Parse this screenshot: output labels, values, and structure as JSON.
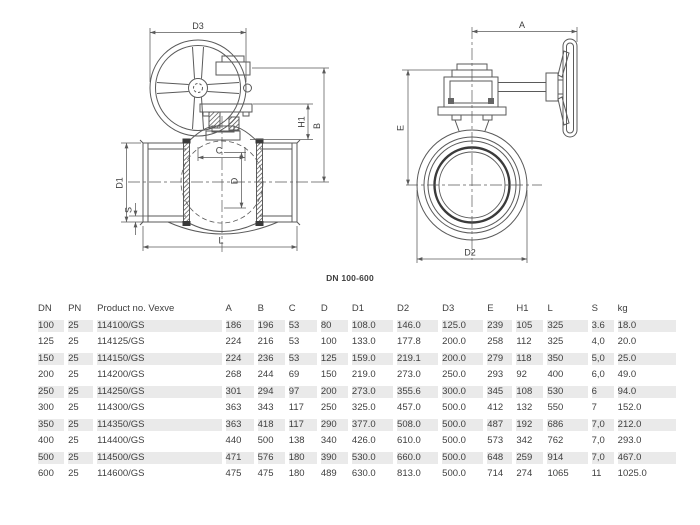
{
  "drawing": {
    "caption": "DN 100-600",
    "dims": {
      "d3": "D3",
      "h1": "H1",
      "b": "B",
      "c": "C",
      "d": "D",
      "d1": "D1",
      "s": "S",
      "l": "L",
      "a": "A",
      "e": "E",
      "d2": "D2"
    }
  },
  "table": {
    "columns": [
      "DN",
      "PN",
      "Product no. Vexve",
      "A",
      "B",
      "C",
      "D",
      "D1",
      "D2",
      "D3",
      "E",
      "H1",
      "L",
      "S",
      "kg"
    ],
    "rows": [
      [
        "100",
        "25",
        "114100/GS",
        "186",
        "196",
        "53",
        "80",
        "108.0",
        "146.0",
        "125.0",
        "239",
        "105",
        "325",
        "3.6",
        "18.0"
      ],
      [
        "125",
        "25",
        "114125/GS",
        "224",
        "216",
        "53",
        "100",
        "133.0",
        "177.8",
        "200.0",
        "258",
        "112",
        "325",
        "4,0",
        "20.0"
      ],
      [
        "150",
        "25",
        "114150/GS",
        "224",
        "236",
        "53",
        "125",
        "159.0",
        "219.1",
        "200.0",
        "279",
        "118",
        "350",
        "5,0",
        "25.0"
      ],
      [
        "200",
        "25",
        "114200/GS",
        "268",
        "244",
        "69",
        "150",
        "219.0",
        "273.0",
        "250.0",
        "293",
        "92",
        "400",
        "6,0",
        "49.0"
      ],
      [
        "250",
        "25",
        "114250/GS",
        "301",
        "294",
        "97",
        "200",
        "273.0",
        "355.6",
        "300.0",
        "345",
        "108",
        "530",
        "6",
        "94.0"
      ],
      [
        "300",
        "25",
        "114300/GS",
        "363",
        "343",
        "117",
        "250",
        "325.0",
        "457.0",
        "500.0",
        "412",
        "132",
        "550",
        "7",
        "152.0"
      ],
      [
        "350",
        "25",
        "114350/GS",
        "363",
        "418",
        "117",
        "290",
        "377.0",
        "508.0",
        "500.0",
        "487",
        "192",
        "686",
        "7,0",
        "212.0"
      ],
      [
        "400",
        "25",
        "114400/GS",
        "440",
        "500",
        "138",
        "340",
        "426.0",
        "610.0",
        "500.0",
        "573",
        "342",
        "762",
        "7,0",
        "293.0"
      ],
      [
        "500",
        "25",
        "114500/GS",
        "471",
        "576",
        "180",
        "390",
        "530.0",
        "660.0",
        "500.0",
        "648",
        "259",
        "914",
        "7,0",
        "467.0"
      ],
      [
        "600",
        "25",
        "114600/GS",
        "475",
        "475",
        "180",
        "489",
        "630.0",
        "813.0",
        "500.0",
        "714",
        "274",
        "1065",
        "11",
        "1025.0"
      ]
    ]
  },
  "colors": {
    "stripe": "#eaeaea",
    "line": "#5a5a5a",
    "text": "#3e3e3e"
  }
}
